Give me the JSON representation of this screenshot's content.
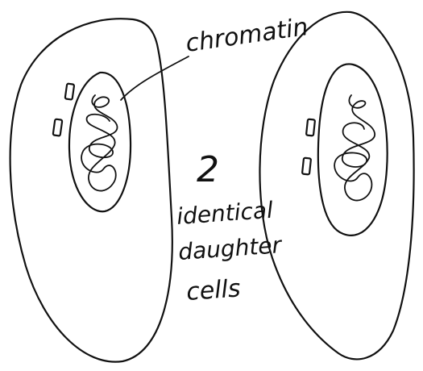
{
  "labels": {
    "chromatin": "chromatin",
    "number": "2",
    "line1": "identical",
    "line2": "daughter",
    "line3": "cells"
  },
  "style": {
    "ink_color": "#111111",
    "background": "#ffffff"
  }
}
